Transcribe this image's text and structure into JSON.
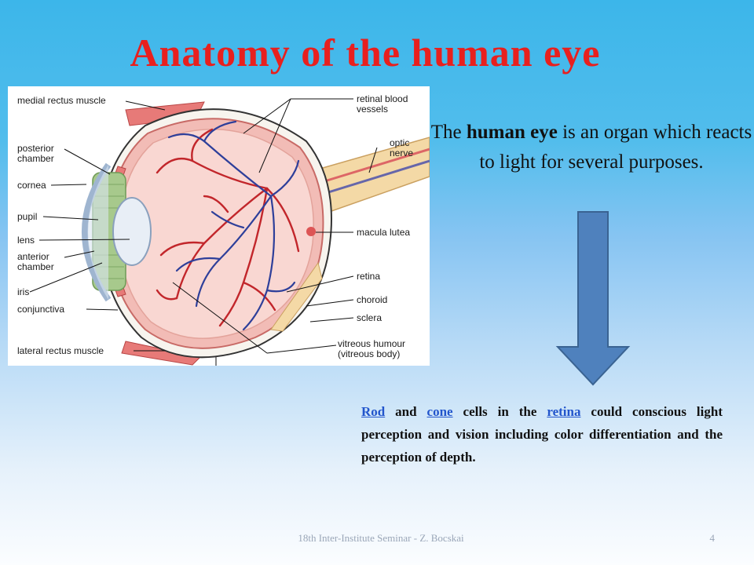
{
  "slide": {
    "title": "Anatomy of the human eye",
    "intro": {
      "part1": "The ",
      "bold": "human eye",
      "part2": " is an organ which reacts to light for several purposes."
    },
    "body": {
      "link_rod": "Rod",
      "t1": " and ",
      "link_cone": "cone",
      "t2": " cells in the ",
      "link_retina": "retina",
      "t3": " could conscious light perception and vision including color differentiation and the perception of depth."
    },
    "footer": "18th Inter-Institute Seminar - Z. Bocskai",
    "page_number": "4"
  },
  "diagram_labels": {
    "medial_rectus": "medial rectus muscle",
    "posterior_chamber": "posterior chamber",
    "cornea": "cornea",
    "pupil": "pupil",
    "lens": "lens",
    "anterior_chamber": "anterior chamber",
    "iris": "iris",
    "conjunctiva": "conjunctiva",
    "lateral_rectus": "lateral rectus muscle",
    "retinal_blood_vessels": "retinal blood vessels",
    "optic_nerve": "optic nerve",
    "macula_lutea": "macula lutea",
    "retina": "retina",
    "choroid": "choroid",
    "sclera": "sclera",
    "vitreous_humour": "vitreous humour (vitreous body)"
  },
  "colors": {
    "title": "#e8201e",
    "arrow": "#4f81bd",
    "link": "#2255cc"
  }
}
